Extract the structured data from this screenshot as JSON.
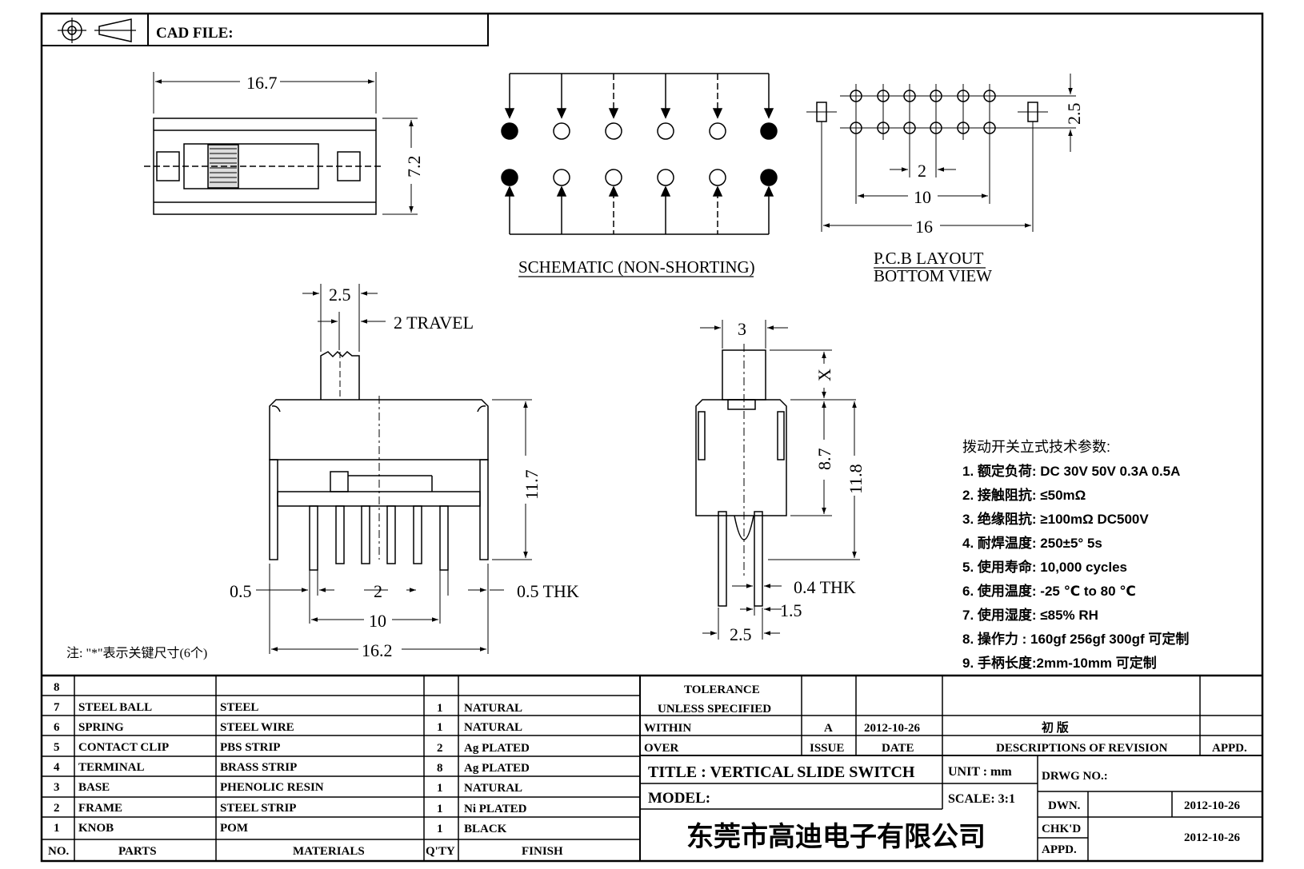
{
  "header": {
    "cad_file_label": "CAD FILE:",
    "projection_icon": "third-angle-projection-icon"
  },
  "top_view": {
    "width_dim": "16.7",
    "height_dim": "7.2"
  },
  "schematic": {
    "caption": "SCHEMATIC (NON-SHORTING)"
  },
  "pcb": {
    "caption_line1": "P.C.B LAYOUT",
    "caption_line2": "BOTTOM VIEW",
    "pitch_dim": "2",
    "row_dim": "2.5",
    "span_dim": "10",
    "outer_dim": "16"
  },
  "front_view": {
    "knob_dim": "2.5",
    "travel_dim": "2 TRAVEL",
    "height_dim": "11.7",
    "pin_width_dim": "0.5",
    "pitch_dim": "2",
    "thk_dim": "0.5 THK",
    "span_dim": "10",
    "overall_dim": "16.2"
  },
  "side_view": {
    "knob_dim": "3",
    "x_dim": "X",
    "body_dim": "8.7",
    "height_dim": "11.8",
    "thk_dim": "0.4 THK",
    "pin_dim": "1.5",
    "pin_spacing_dim": "2.5"
  },
  "note": "注: \"*\"表示关键尺寸(6个)",
  "specs": {
    "title": "拨动开关立式技术参数:",
    "items": [
      "1.  额定负荷: DC 30V    50V    0.3A    0.5A",
      "2.  接触阻抗:  ≤50mΩ",
      "3.  绝缘阻抗:  ≥100mΩ   DC500V",
      "4.  耐焊温度: 250±5°  5s",
      "5.  使用寿命: 10,000 cycles",
      "6.  使用温度: -25  ℃   to 80  ℃",
      "7.  使用湿度:  ≤85% RH",
      "8.  操作力 : 160gf    256gf     300gf  可定制",
      "9.  手柄长度:2mm-10mm   可定制"
    ]
  },
  "bom": {
    "headers": {
      "no": "NO.",
      "parts": "PARTS",
      "materials": "MATERIALS",
      "qty": "Q'TY",
      "finish": "FINISH"
    },
    "rows": [
      {
        "no": "8",
        "part": "",
        "material": "",
        "qty": "",
        "finish": ""
      },
      {
        "no": "7",
        "part": "STEEL BALL",
        "material": "STEEL",
        "qty": "1",
        "finish": "NATURAL"
      },
      {
        "no": "6",
        "part": "SPRING",
        "material": "STEEL WIRE",
        "qty": "1",
        "finish": "NATURAL"
      },
      {
        "no": "5",
        "part": "CONTACT CLIP",
        "material": "PBS STRIP",
        "qty": "2",
        "finish": "Ag PLATED"
      },
      {
        "no": "4",
        "part": "TERMINAL",
        "material": "BRASS STRIP",
        "qty": "8",
        "finish": "Ag PLATED"
      },
      {
        "no": "3",
        "part": "BASE",
        "material": "PHENOLIC RESIN",
        "qty": "1",
        "finish": "NATURAL"
      },
      {
        "no": "2",
        "part": "FRAME",
        "material": "STEEL STRIP",
        "qty": "1",
        "finish": "Ni PLATED"
      },
      {
        "no": "1",
        "part": "KNOB",
        "material": "POM",
        "qty": "1",
        "finish": "BLACK"
      }
    ]
  },
  "title_block": {
    "tolerance": "TOLERANCE",
    "unless": "UNLESS   SPECIFIED",
    "within": "WITHIN",
    "over": "OVER",
    "rev_issue": "A",
    "rev_date": "2012-10-26",
    "rev_desc": "初  版",
    "issue_label": "ISSUE",
    "date_label": "DATE",
    "desc_label": "DESCRIPTIONS OF REVISION",
    "appd_label": "APPD.",
    "title": "TITLE :   VERTICAL SLIDE SWITCH",
    "unit": "UNIT :  mm",
    "drwg_no": "DRWG NO.:",
    "model": "MODEL:",
    "scale": "SCALE:  3:1",
    "dwn": "DWN.",
    "dwn_date": "2012-10-26",
    "chkd": "CHK'D",
    "appd": "APPD.",
    "chk_date": "2012-10-26",
    "company": "东莞市高迪电子有限公司"
  }
}
